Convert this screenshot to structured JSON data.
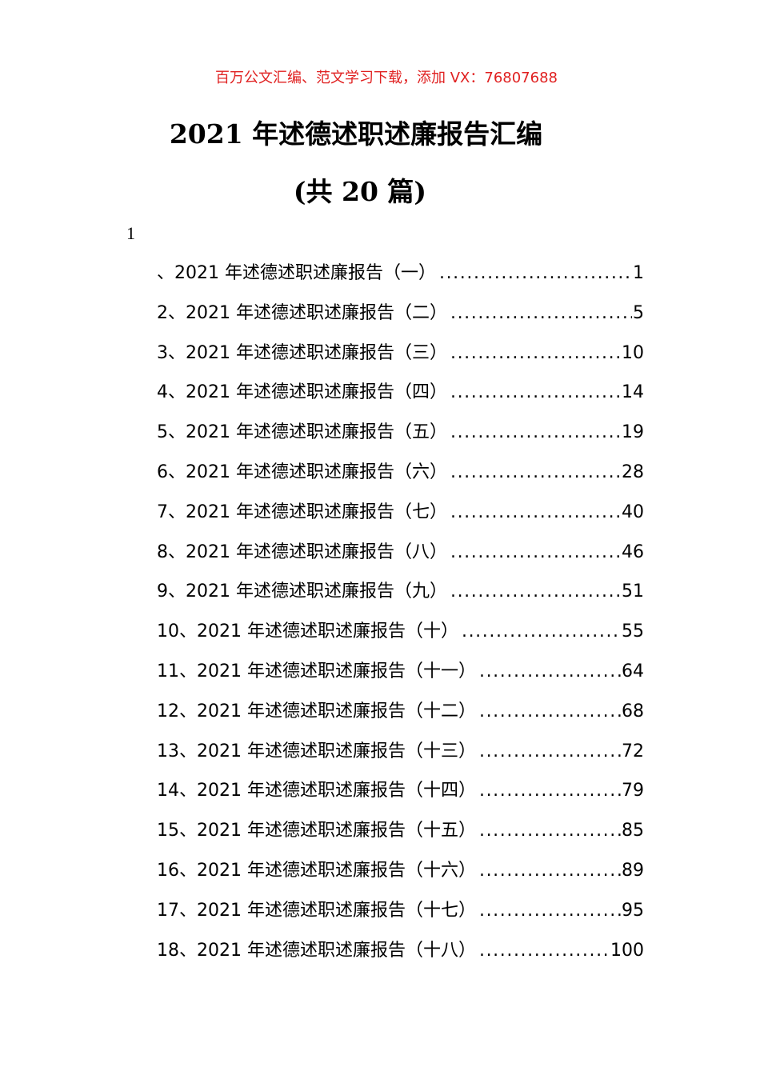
{
  "header": {
    "promo_text": "百万公文汇编、范文学习下载，添加 VX：76807688",
    "promo_color": "#e02020"
  },
  "document": {
    "title_line1": "2021 年述德述职述廉报告汇编",
    "title_line2": "(共 20 篇)",
    "stray_number": "1"
  },
  "toc": {
    "items": [
      {
        "label": "、2021 年述德述职述廉报告（一）",
        "page": "1"
      },
      {
        "label": "2、2021 年述德述职述廉报告（二）",
        "page": "5"
      },
      {
        "label": "3、2021 年述德述职述廉报告（三）",
        "page": "10"
      },
      {
        "label": "4、2021 年述德述职述廉报告（四）",
        "page": "14"
      },
      {
        "label": "5、2021 年述德述职述廉报告（五）",
        "page": "19"
      },
      {
        "label": "6、2021 年述德述职述廉报告（六）",
        "page": "28"
      },
      {
        "label": "7、2021 年述德述职述廉报告（七）",
        "page": "40"
      },
      {
        "label": "8、2021 年述德述职述廉报告（八）",
        "page": "46"
      },
      {
        "label": "9、2021 年述德述职述廉报告（九）",
        "page": "51"
      },
      {
        "label": "10、2021 年述德述职述廉报告（十）",
        "page": "55"
      },
      {
        "label": "11、2021 年述德述职述廉报告（十一）",
        "page": "64"
      },
      {
        "label": "12、2021 年述德述职述廉报告（十二）",
        "page": "68"
      },
      {
        "label": "13、2021 年述德述职述廉报告（十三）",
        "page": "72"
      },
      {
        "label": "14、2021 年述德述职述廉报告（十四）",
        "page": "79"
      },
      {
        "label": "15、2021 年述德述职述廉报告（十五）",
        "page": "85"
      },
      {
        "label": "16、2021 年述德述职述廉报告（十六）",
        "page": "89"
      },
      {
        "label": "17、2021 年述德述职述廉报告（十七）",
        "page": "95"
      },
      {
        "label": "18、2021 年述德述职述廉报告（十八）",
        "page": "100"
      }
    ]
  }
}
